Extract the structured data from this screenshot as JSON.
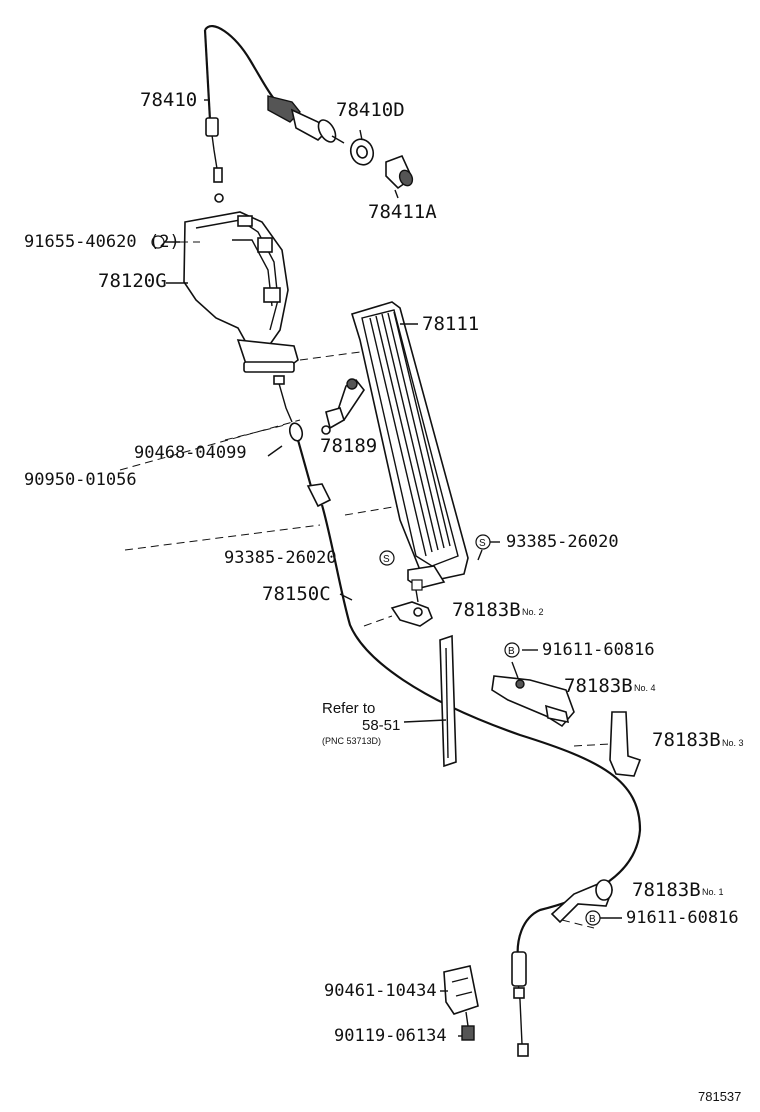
{
  "diagram_id": "781537",
  "labels": {
    "cable_78410": "78410",
    "cover_78410d": "78410D",
    "bushing_78411a": "78411A",
    "bolt_91655": "91655-40620",
    "bolt_91655_qty": "(2)",
    "bracket_78120g": "78120G",
    "pedal_pad_78111": "78111",
    "stopper_78189": "78189",
    "clip_90468": "90468-04099",
    "clip_90950": "90950-01056",
    "screw_93385_left": "93385-26020",
    "screw_93385_right": "93385-26020",
    "marker_s": "S",
    "cable_78150c": "78150C",
    "clamp_no2": "78183B",
    "clamp_no2_suffix": "No. 2",
    "bolt_91611_top": "91611-60816",
    "clamp_no4": "78183B",
    "clamp_no4_suffix": "No. 4",
    "clamp_no3": "78183B",
    "clamp_no3_suffix": "No. 3",
    "clamp_no1": "78183B",
    "clamp_no1_suffix": "No. 1",
    "bolt_91611_bottom": "91611-60816",
    "marker_b": "B",
    "refer_to_line1": "Refer to",
    "refer_to_line2": "58-51",
    "refer_to_line3": "(PNC 53713D)",
    "retainer_90461": "90461-10434",
    "grommet_90119": "90119-06134"
  }
}
